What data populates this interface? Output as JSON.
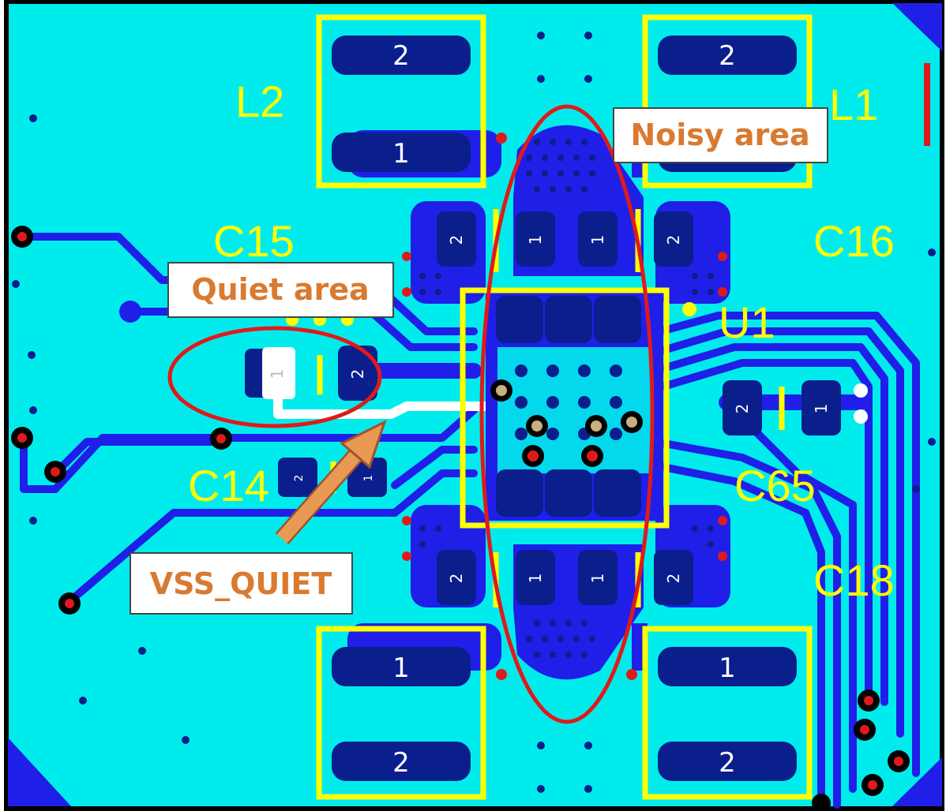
{
  "designators": {
    "l2": "L2",
    "l1": "L1",
    "c15": "C15",
    "c16": "C16",
    "u1": "U1",
    "c14": "C14",
    "c65": "C65",
    "c18": "C18"
  },
  "pins": {
    "one": "1",
    "two": "2"
  },
  "callouts": {
    "noisy": "Noisy area",
    "quiet": "Quiet area",
    "vss": "VSS_QUIET"
  },
  "colors": {
    "board": "#00ecec",
    "copper": "#1f1fe8",
    "pad": "#0a1e8c",
    "silkscreen": "#ffff00",
    "highlight": "#e01a1a",
    "arrow": "#e89a55",
    "callout_text": "#d97a30",
    "quiet_net": "#ffffff"
  }
}
